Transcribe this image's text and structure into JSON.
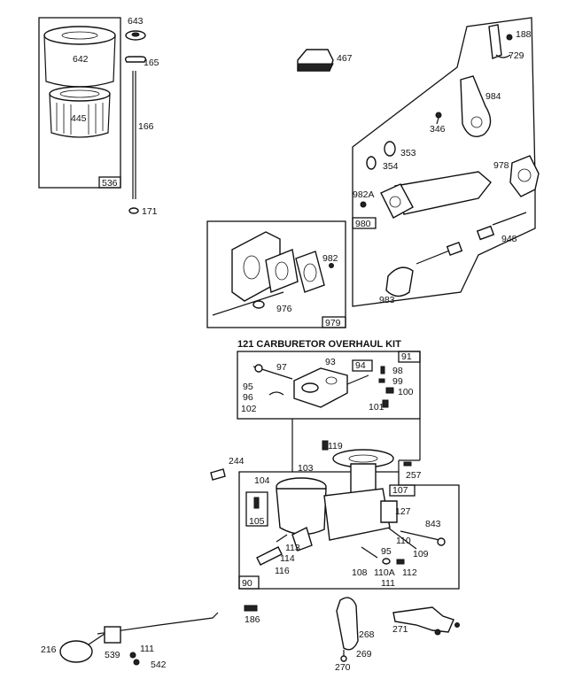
{
  "kit_title": "121 CARBURETOR OVERHAUL KIT",
  "labels": {
    "p642": "642",
    "p643": "643",
    "p165": "165",
    "p166": "166",
    "p445": "445",
    "p536": "536",
    "p171": "171",
    "p467": "467",
    "p188": "188",
    "p729": "729",
    "p984": "984",
    "p346": "346",
    "p353": "353",
    "p354": "354",
    "p978": "978",
    "p982a": "982A",
    "p980": "980",
    "p948": "948",
    "p983": "983",
    "p982": "982",
    "p976": "976",
    "p979": "979",
    "p91": "91",
    "p97": "97",
    "p93": "93",
    "p94": "94",
    "p98": "98",
    "p99": "99",
    "p95a": "95",
    "p96": "96",
    "p100": "100",
    "p102": "102",
    "p101": "101",
    "p119": "119",
    "p244": "244",
    "p103": "103",
    "p104": "104",
    "p257": "257",
    "p107": "107",
    "p127": "127",
    "p105": "105",
    "p843": "843",
    "p110": "110",
    "p109": "109",
    "p113": "113",
    "p114": "114",
    "p95b": "95",
    "p116": "116",
    "p108": "108",
    "p110a": "110A",
    "p112": "112",
    "p111a": "111",
    "p90": "90",
    "p186": "186",
    "p216": "216",
    "p539": "539",
    "p111b": "111",
    "p542": "542",
    "p268": "268",
    "p269": "269",
    "p270": "270",
    "p271": "271"
  }
}
